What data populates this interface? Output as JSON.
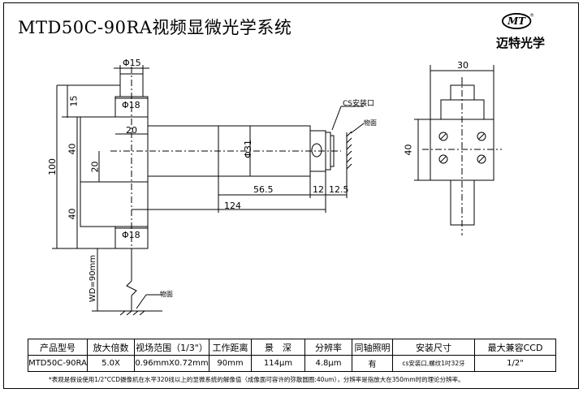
{
  "document": {
    "title": "MTD50C-90RA视频显微光学系统",
    "logo": {
      "mark": "MT",
      "registered": "®",
      "name": "迈特光学"
    }
  },
  "front_view": {
    "dims": {
      "d15": "Φ15",
      "d18_top": "Φ18",
      "h15": "15",
      "w20": "20",
      "h40_a": "40",
      "h20": "20",
      "d31": "Φ31",
      "h100": "100",
      "h40_b": "40",
      "d18_bottom": "Φ18",
      "l56_5": "56.5",
      "l12": "12",
      "l12_5": "12.5",
      "l124": "124",
      "wd": "WD=90mm"
    },
    "labels": {
      "cs_interface": "CS安装口",
      "target_top": "物面",
      "target_bottom": "物面"
    }
  },
  "side_view": {
    "dims": {
      "w30": "30",
      "h40": "40"
    }
  },
  "spec_table": {
    "headers": [
      "产品型号",
      "放大倍数",
      "视场范围（1/3\"）",
      "工作距离",
      "景　深",
      "分辨率",
      "同轴照明",
      "安装尺寸",
      "最大兼容CCD"
    ],
    "row": [
      "MTD50C-90RA",
      "5.0X",
      "0.96mmX0.72mm",
      "90mm",
      "114μm",
      "4.8μm",
      "有",
      "cs安装口,螺纹1吋32牙",
      "1/2\""
    ]
  },
  "footnote": "*表观是假设使用1/2\"CCD摄像机在水平320线以上的显微系统的解像值（成像面可容许的弥散圆圈:40um），分辨率是指放大在350mm时的理论分辨率。"
}
